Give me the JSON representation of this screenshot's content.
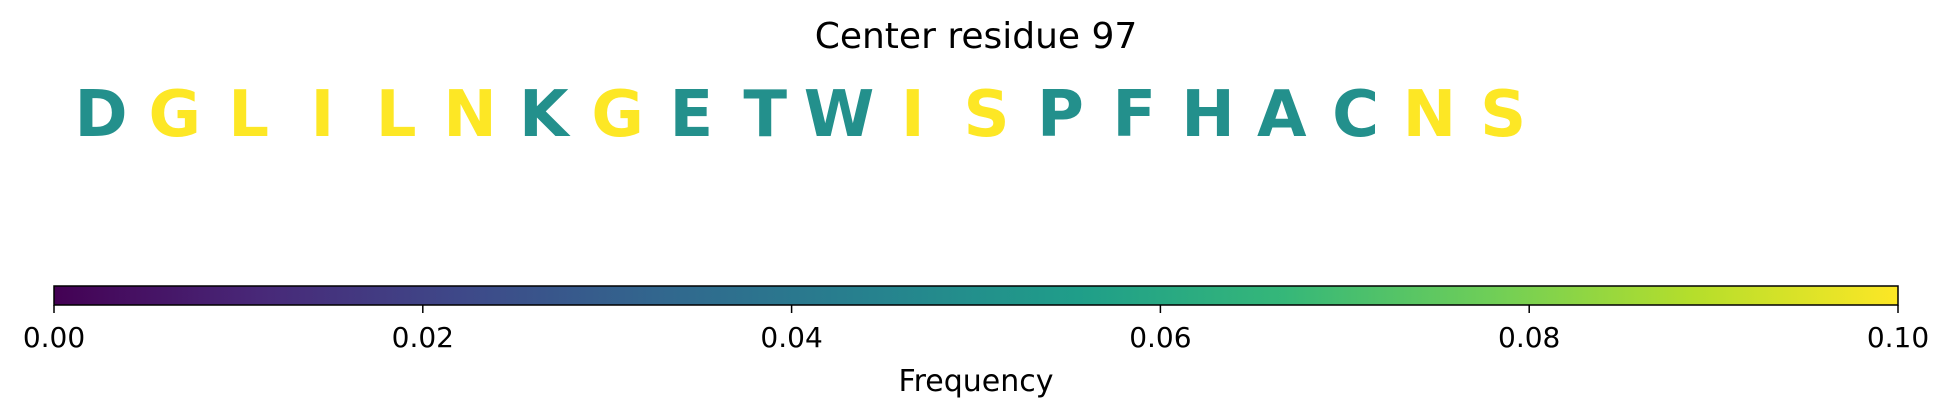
{
  "chart_data": {
    "type": "heatmap",
    "title": "Center residue 97",
    "residues": [
      "D",
      "G",
      "L",
      "I",
      "L",
      "N",
      "K",
      "G",
      "E",
      "T",
      "W",
      "I",
      "S",
      "P",
      "F",
      "H",
      "A",
      "C",
      "N",
      "S"
    ],
    "frequencies": [
      0.05,
      0.1,
      0.1,
      0.1,
      0.1,
      0.1,
      0.05,
      0.1,
      0.05,
      0.05,
      0.05,
      0.1,
      0.1,
      0.05,
      0.05,
      0.05,
      0.05,
      0.05,
      0.1,
      0.1
    ],
    "colorbar": {
      "label": "Frequency",
      "colormap": "viridis",
      "range": [
        0.0,
        0.1
      ],
      "ticks": [
        0.0,
        0.02,
        0.04,
        0.06,
        0.08,
        0.1
      ],
      "tick_labels": [
        "0.00",
        "0.02",
        "0.04",
        "0.06",
        "0.08",
        "0.10"
      ]
    }
  },
  "colors": {
    "viridis_stops": [
      "#440154",
      "#482878",
      "#3e4989",
      "#31688e",
      "#26828e",
      "#1f9e89",
      "#35b779",
      "#6ece58",
      "#b5de2b",
      "#fde725"
    ]
  }
}
